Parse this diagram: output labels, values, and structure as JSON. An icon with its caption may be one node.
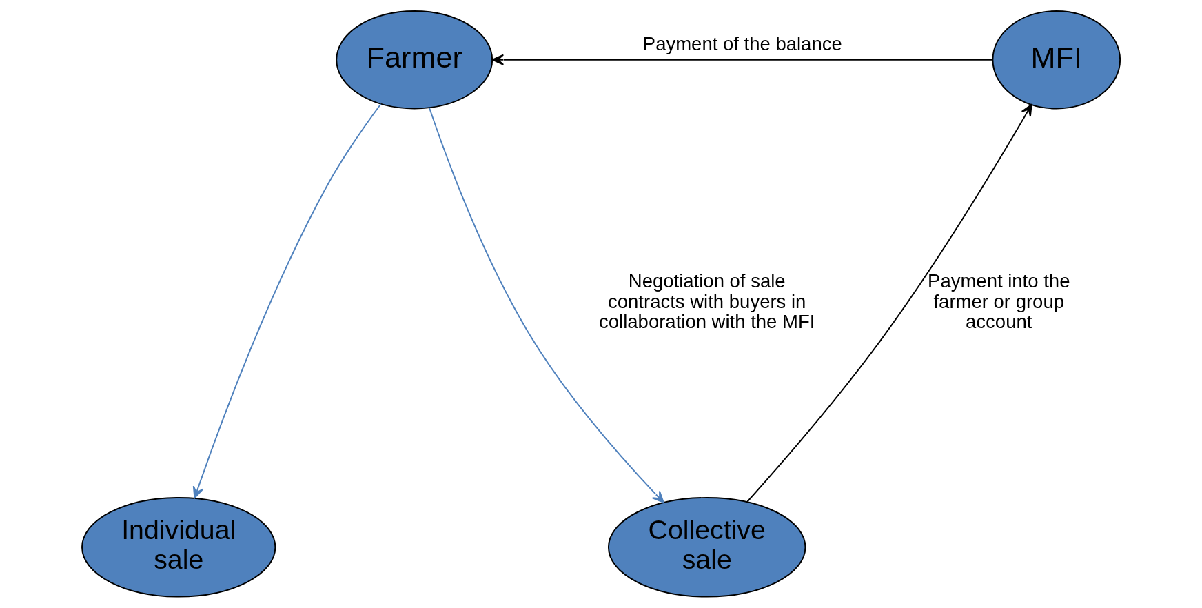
{
  "diagram": {
    "nodes": [
      {
        "text": [
          "Farmer"
        ]
      },
      {
        "text": [
          "MFI"
        ]
      },
      {
        "text": [
          "Individual sale"
        ]
      },
      {
        "text": [
          "Collective sale"
        ]
      }
    ],
    "edges": [
      {
        "from": 1,
        "to": 0,
        "arrow": "to",
        "label": "Payment of the balance"
      },
      {
        "from": 0,
        "to": 2,
        "arrow": "to",
        "color": "#4f81bd"
      },
      {
        "from": 0,
        "to": 3,
        "arrow": "to",
        "color": "#4f81bd"
      },
      {
        "from": 3,
        "to": 1,
        "arrow": "to",
        "label": "Payment into the farmer or group account"
      }
    ],
    "labels": [
      "Negotiation of sale contracts with buyers in collaboration with the MFI"
    ]
  }
}
